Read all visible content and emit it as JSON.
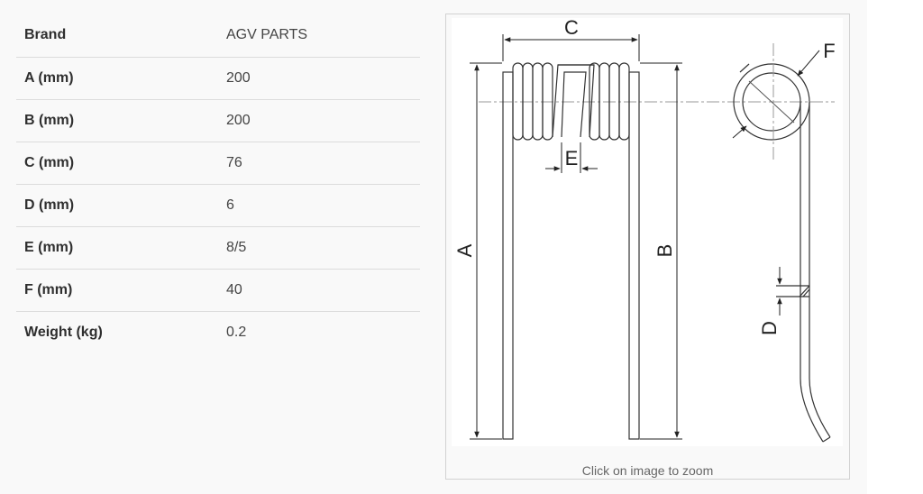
{
  "specs": [
    {
      "label": "Brand",
      "value": "AGV PARTS"
    },
    {
      "label": "A (mm)",
      "value": "200"
    },
    {
      "label": "B (mm)",
      "value": "200"
    },
    {
      "label": "C (mm)",
      "value": "76"
    },
    {
      "label": "D (mm)",
      "value": "6"
    },
    {
      "label": "E (mm)",
      "value": "8/5"
    },
    {
      "label": "F (mm)",
      "value": "40"
    },
    {
      "label": "Weight (kg)",
      "value": "0.2"
    }
  ],
  "drawing": {
    "labels": {
      "A": "A",
      "B": "B",
      "C": "C",
      "D": "D",
      "E": "E",
      "F": "F"
    }
  },
  "image": {
    "zoom_hint": "Click on image to zoom"
  }
}
